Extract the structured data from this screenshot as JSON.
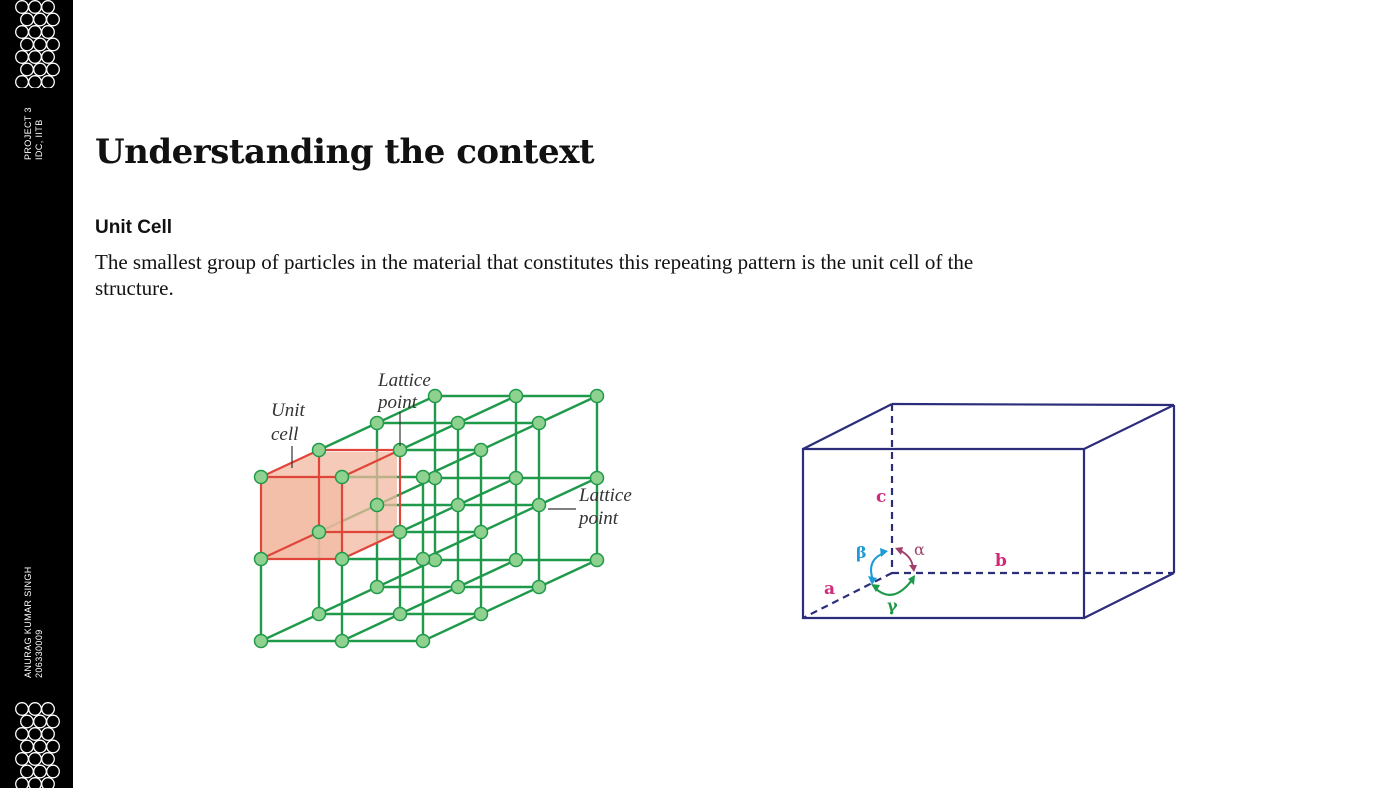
{
  "sidebar": {
    "project": "PROJECT 3",
    "institute": "IDC, IITB",
    "author": "ANURAG KUMAR SINGH",
    "roll": "206330009"
  },
  "page": {
    "title": "Understanding the context",
    "subtitle": "Unit Cell",
    "body": "The smallest group of particles in the material that constitutes this repeating pattern is the unit cell of the structure."
  },
  "lattice_figure": {
    "label_unit_cell_1": "Unit",
    "label_unit_cell_2": "cell",
    "label_lattice_top_1": "Lattice",
    "label_lattice_top_2": "point",
    "label_lattice_right_1": "Lattice",
    "label_lattice_right_2": "point",
    "colors": {
      "lattice": "#1f9a4a",
      "node": "#8fd18f",
      "cell_fill": "#f2b8a0",
      "cell_edge": "#e0453a"
    }
  },
  "parameter_figure": {
    "a": "a",
    "b": "b",
    "c": "c",
    "alpha": "α",
    "beta": "β",
    "gamma": "γ",
    "colors": {
      "box": "#2b2d7a",
      "axis_label": "#d12a7a",
      "beta": "#1e9bd7",
      "alpha": "#a0406a",
      "gamma": "#1f9a4a"
    }
  }
}
